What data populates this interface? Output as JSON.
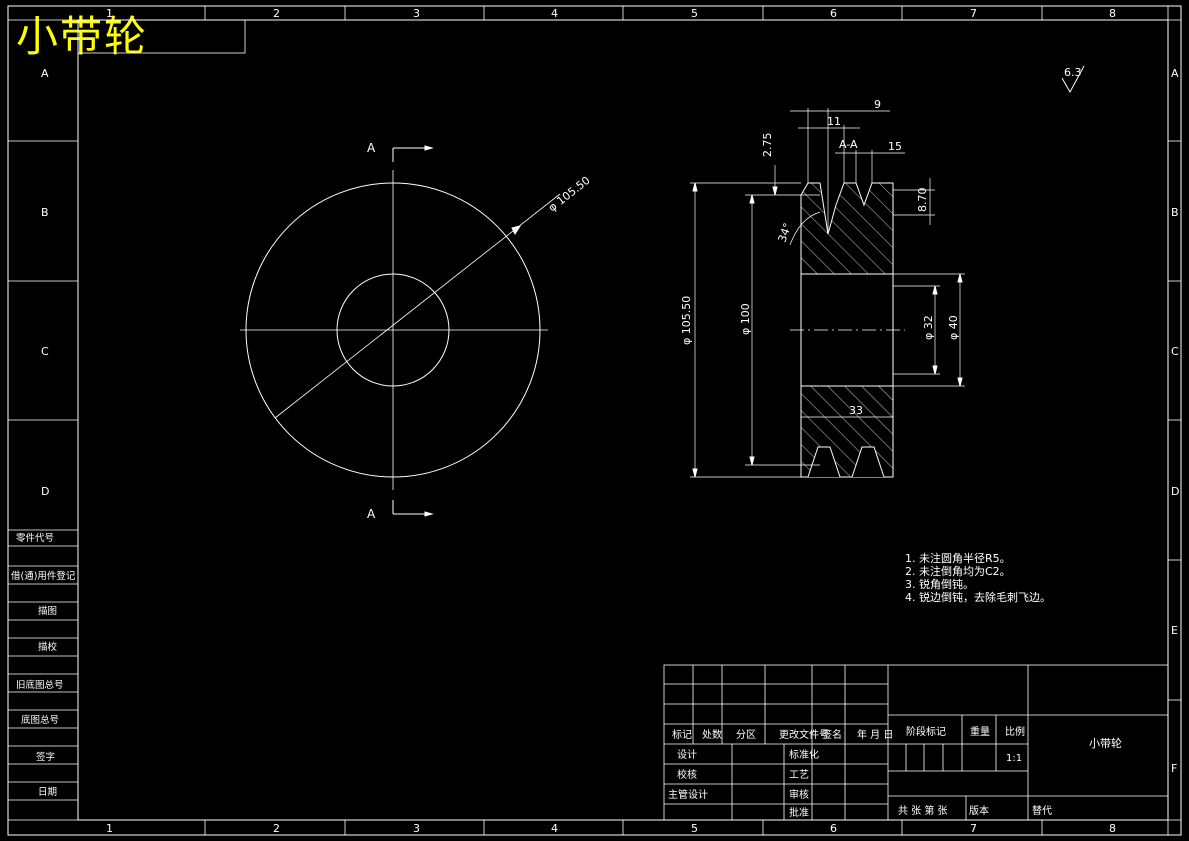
{
  "drawing_title": "小带轮",
  "grid": {
    "columns": [
      "1",
      "2",
      "3",
      "4",
      "5",
      "6",
      "7",
      "8"
    ],
    "rows": [
      "A",
      "B",
      "C",
      "D",
      "E",
      "F"
    ]
  },
  "views": {
    "section_marker_top": "A",
    "section_marker_bottom": "A",
    "section_label": "A-A",
    "roughness": "6.3"
  },
  "dimensions": {
    "outer_diameter": "φ 105.50",
    "outer_diameter_side": "φ 105.50",
    "pitch_diameter": "φ 100",
    "bore": "φ 32",
    "hub": "φ 40",
    "width": "33",
    "groove_pitch": "15",
    "groove_top": "11",
    "groove_offset": "9",
    "groove_depth_top": "2.75",
    "groove_depth": "8.70",
    "groove_angle": "34°"
  },
  "notes": [
    "1. 未注圆角半径R5。",
    "2. 未注倒角均为C2。",
    "3. 锐角倒钝。",
    "4. 锐边倒钝，去除毛刺飞边。"
  ],
  "left_block": [
    "零件代号",
    "借(通)用件登记",
    "描图",
    "描校",
    "旧底图总号",
    "底图总号",
    "签字",
    "日期"
  ],
  "title_block": {
    "part_name": "小带轮",
    "headers": [
      "标记",
      "处数",
      "分区",
      "更改文件号",
      "签名",
      "年 月 日"
    ],
    "stage_label": "阶段标记",
    "weight_label": "重量",
    "scale_label": "比例",
    "scale_value": "1:1",
    "design": "设计",
    "standardize": "标准化",
    "check": "校核",
    "process": "工艺",
    "chief": "主管设计",
    "review": "审核",
    "approve": "批准",
    "sheets": "共  张  第  张",
    "version": "版本",
    "replace": "替代"
  }
}
